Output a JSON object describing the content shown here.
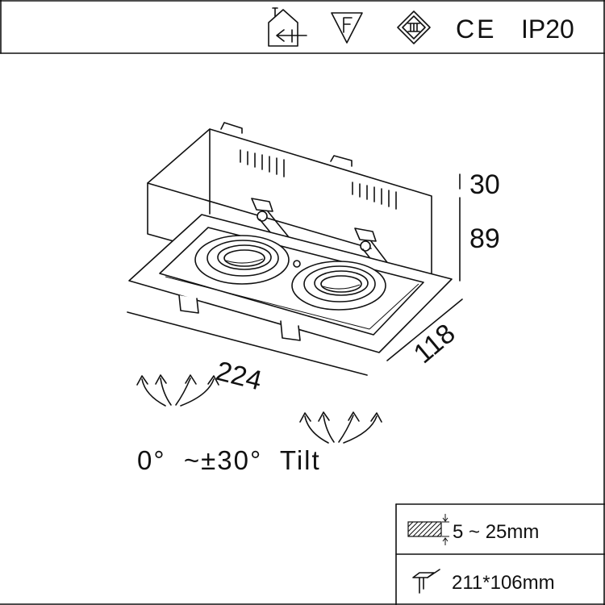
{
  "header": {
    "icons": [
      "surface-mount-house-icon",
      "f-mark-triangle-icon",
      "class-iii-diamond-icon"
    ],
    "ce_mark": "CE",
    "ip_rating": "IP20"
  },
  "dimensions": {
    "top_height": "30",
    "body_height": "89",
    "width": "224",
    "depth": "118"
  },
  "tilt": {
    "label": "0°  ~±30°  Tilt"
  },
  "specs": {
    "ceiling_thickness": "5 ~ 25mm",
    "cutout": "211*106mm"
  }
}
